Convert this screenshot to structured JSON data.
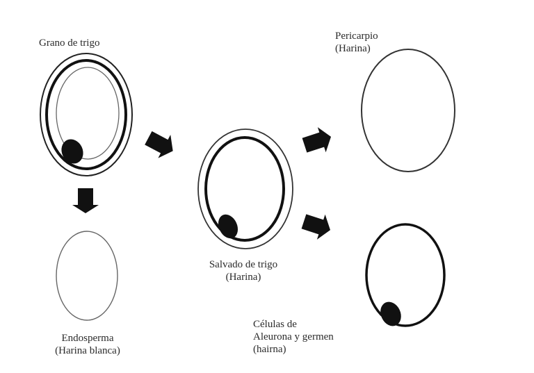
{
  "diagram": {
    "title": "",
    "nodes": [
      {
        "id": "grano",
        "label_lines": [
          "Grano de trigo"
        ]
      },
      {
        "id": "endosperma",
        "label_lines": [
          "Endosperma",
          "(Harina blanca)"
        ]
      },
      {
        "id": "salvado",
        "label_lines": [
          "Salvado de trigo",
          "(Harina)"
        ]
      },
      {
        "id": "pericarpio",
        "label_lines": [
          "Pericarpio",
          "(Harina)"
        ]
      },
      {
        "id": "aleurona",
        "label_lines": [
          "Células de",
          "Aleurona y germen",
          "(hairna)"
        ]
      }
    ],
    "edges": [
      {
        "from": "grano",
        "to": "endosperma",
        "icon": "arrow-down-icon"
      },
      {
        "from": "grano",
        "to": "salvado",
        "icon": "arrow-right-down-icon"
      },
      {
        "from": "salvado",
        "to": "pericarpio",
        "icon": "arrow-right-up-icon"
      },
      {
        "from": "salvado",
        "to": "aleurona",
        "icon": "arrow-right-down-icon"
      }
    ],
    "colors": {
      "background": "#ffffff",
      "stroke": "#111111",
      "text": "#2a2a2a"
    }
  }
}
